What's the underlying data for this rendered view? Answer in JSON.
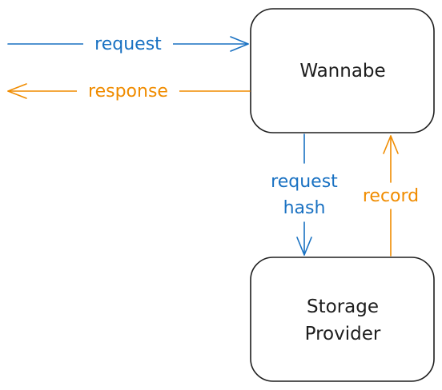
{
  "colors": {
    "request": "#1971c2",
    "response": "#f08c00",
    "box_stroke": "#1e1e1e",
    "box_fill": "#ffffff"
  },
  "nodes": {
    "wannabe": {
      "label": "Wannabe"
    },
    "storage": {
      "label_line1": "Storage",
      "label_line2": "Provider"
    }
  },
  "edges": {
    "request": {
      "label": "request"
    },
    "response": {
      "label": "response"
    },
    "request_hash": {
      "label_line1": "request",
      "label_line2": "hash"
    },
    "record": {
      "label": "record"
    }
  }
}
